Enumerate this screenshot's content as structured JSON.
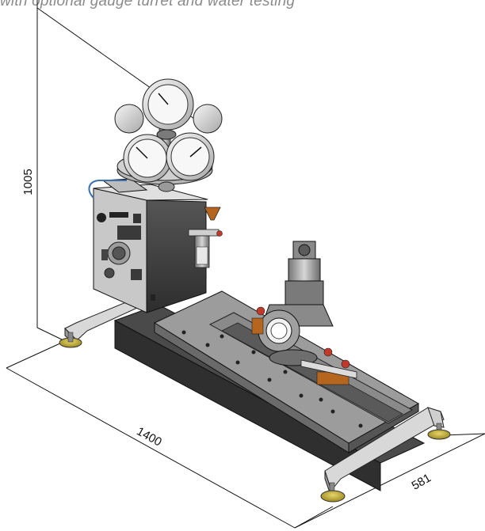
{
  "caption": "with optional gauge turret and water testing",
  "dimensions": {
    "height": "1005",
    "length": "1400",
    "width": "581"
  },
  "colors": {
    "frame": "#d8d8d8",
    "dark_body": "#3f3f3f",
    "accent_red": "#c0392b",
    "foot_yellow": "#c9b23a",
    "orange_clamp": "#b5651d"
  }
}
